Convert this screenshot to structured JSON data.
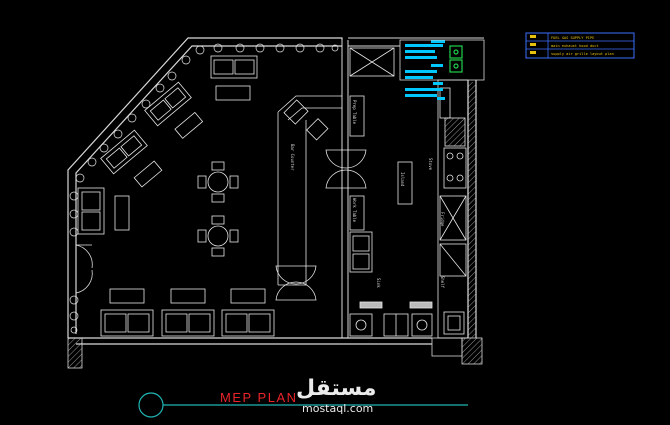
{
  "drawing": {
    "title": "MEP  PLAN",
    "watermark_arabic": "مستقل",
    "watermark_url": "mostaql.com"
  },
  "legend": {
    "rows": [
      "FUEL GAS SUPPLY PIPE",
      "main exhaust hood duct",
      "supply air grille layout plan"
    ]
  },
  "room_labels": {
    "counter": "Bar Counter",
    "prep_table": "Prep Table",
    "work_table": "Work Table",
    "island": "Island",
    "fridge": "Fridge",
    "shelf": "Shelf",
    "stove": "Stove",
    "sink": "Sink"
  },
  "colors": {
    "background": "#000000",
    "walls": "#d9d9d9",
    "furniture": "#e6e6e6",
    "title": "#e8232a",
    "title_line": "#1fb5b3",
    "ducts": "#00c8ff",
    "legend_border": "#3b6fff",
    "legend_text": "#e8c20a",
    "gas_fixture": "#22d04a"
  }
}
